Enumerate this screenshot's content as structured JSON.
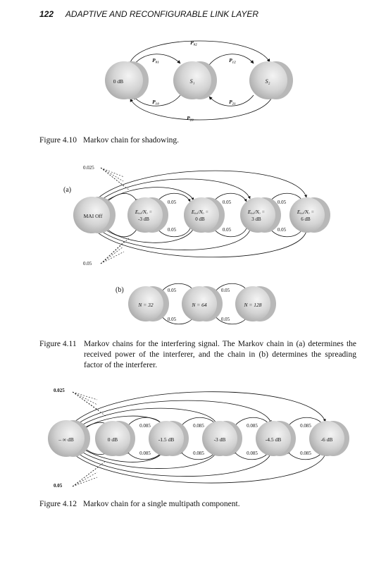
{
  "header": {
    "page_number": "122",
    "running_title": "ADAPTIVE AND RECONFIGURABLE LINK LAYER"
  },
  "fig410": {
    "states": [
      "0 dB",
      "S₁",
      "S₂"
    ],
    "p02": "P₀₂",
    "p01": "P₀₁",
    "p12": "P₁₂",
    "p10": "P₁₀",
    "p21": "P₂₁",
    "p20": "P₂₀",
    "caption_label": "Figure 4.10",
    "caption_text": "Markov chain for shadowing."
  },
  "fig411": {
    "label_a": "(a)",
    "label_b": "(b)",
    "prob_top": "0.025",
    "prob_bottom": "0.05",
    "mai_off": "MAI Off",
    "states": [
      {
        "line1": "Eₒ,ᵢ/Nₒ =",
        "line2": "-3 dB"
      },
      {
        "line1": "Eₒ,ᵢ/Nₒ =",
        "line2": "0 dB"
      },
      {
        "line1": "Eₒ,ᵢ/Nₒ =",
        "line2": "3 dB"
      },
      {
        "line1": "Eₒ,ᵢ/Nₒ =",
        "line2": "6 dB"
      }
    ],
    "trans": "0.05",
    "b_states": [
      "N = 32",
      "N = 64",
      "N = 128"
    ],
    "caption_label": "Figure 4.11",
    "caption_text": "Markov chains for the interfering signal. The Markov chain in (a) determines the received power of the interferer, and the chain in (b) determines the spreading factor of the interferer."
  },
  "fig412": {
    "prob_top": "0.025",
    "prob_bottom": "0.05",
    "states": [
      "– ∞ dB",
      "0 dB",
      "-1.5 dB",
      "-3 dB",
      "-4.5 dB",
      "-6 dB"
    ],
    "trans": "0.085",
    "caption_label": "Figure 4.12",
    "caption_text": "Markov chain for a single multipath component."
  }
}
